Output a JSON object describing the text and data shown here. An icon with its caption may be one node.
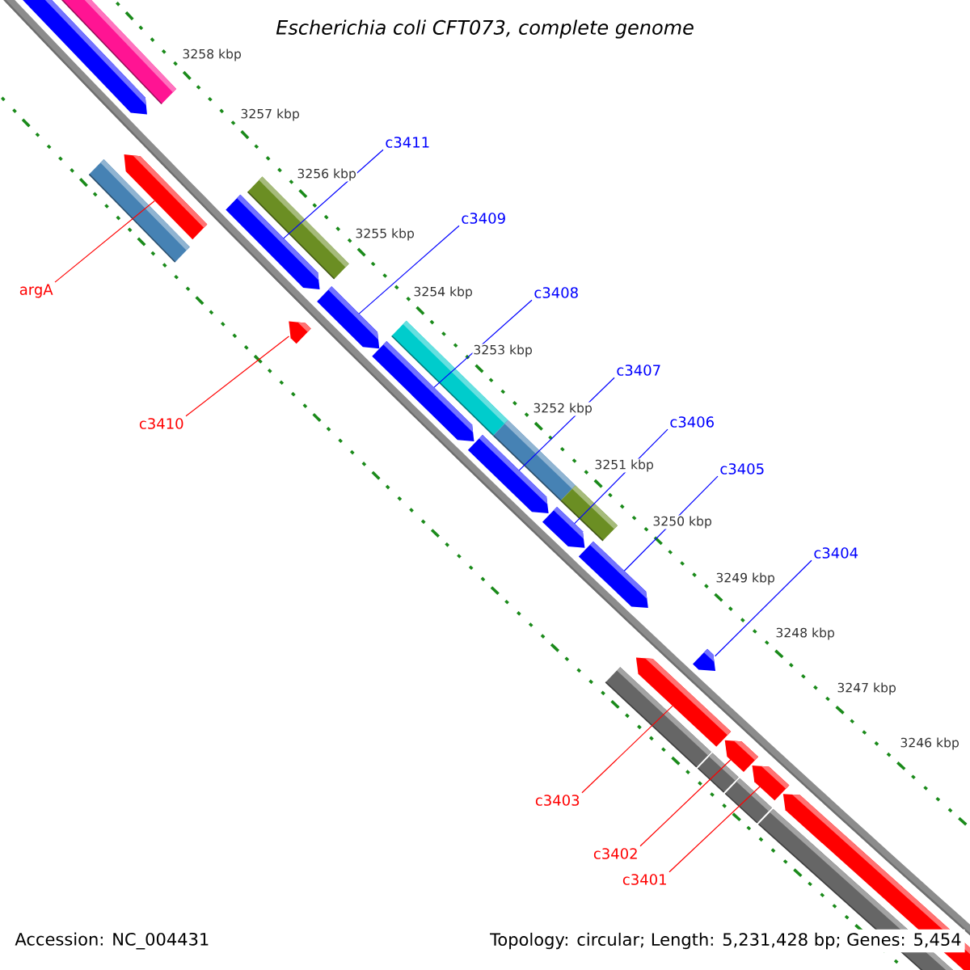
{
  "diagram": {
    "title": "Escherichia coli CFT073, complete genome",
    "nodes": [
      {
        "text": [],
        "shape": "pentagon"
      },
      {
        "text": [
          "c3411"
        ]
      },
      {
        "text": [],
        "shape": "pentagon"
      },
      {
        "text": [
          "argA"
        ]
      },
      {
        "text": [],
        "shape": "pentagon"
      },
      {
        "text": [
          "c3409"
        ]
      },
      {
        "text": [],
        "shape": "pentagon"
      },
      {
        "text": [
          "c3410"
        ]
      },
      {
        "text": [],
        "shape": "pentagon"
      },
      {
        "text": [
          "c3408"
        ]
      },
      {
        "text": [],
        "shape": "pentagon"
      },
      {
        "text": [
          "c3407"
        ]
      },
      {
        "text": [],
        "shape": "pentagon"
      },
      {
        "text": [
          "c3406"
        ]
      },
      {
        "text": [],
        "shape": "pentagon"
      },
      {
        "text": [
          "c3405"
        ]
      },
      {
        "text": [],
        "shape": "pentagon"
      },
      {
        "text": [
          "c3404"
        ]
      },
      {
        "text": [],
        "shape": "pentagon"
      },
      {
        "text": [
          "c3403"
        ]
      },
      {
        "text": [],
        "shape": "pentagon"
      },
      {
        "text": [
          "c3402"
        ]
      },
      {
        "text": [],
        "shape": "pentagon"
      },
      {
        "text": [
          "c3401"
        ]
      },
      {
        "text": [],
        "shape": "pentagon"
      },
      {
        "text": [],
        "shape": "pentagon"
      }
    ],
    "edges": [
      {
        "from": 1,
        "to": 2,
        "arrow": "none"
      },
      {
        "from": 3,
        "to": 4,
        "arrow": "none",
        "color": "#ff0000"
      },
      {
        "from": 5,
        "to": 6,
        "arrow": "none"
      },
      {
        "from": 7,
        "to": 8,
        "arrow": "none",
        "color": "#ff0000"
      },
      {
        "from": 9,
        "to": 10,
        "arrow": "none"
      },
      {
        "from": 11,
        "to": 12,
        "arrow": "none"
      },
      {
        "from": 13,
        "to": 14,
        "arrow": "none"
      },
      {
        "from": 15,
        "to": 16,
        "arrow": "none"
      },
      {
        "from": 17,
        "to": 18,
        "arrow": "none"
      },
      {
        "from": 19,
        "to": 20,
        "arrow": "none",
        "color": "#ff0000"
      },
      {
        "from": 21,
        "to": 22,
        "arrow": "none",
        "color": "#ff0000"
      },
      {
        "from": 23,
        "to": 24,
        "arrow": "none",
        "color": "#ff0000"
      }
    ],
    "labels": [
      "3258 kbp",
      "3257 kbp",
      "3256 kbp",
      "3255 kbp",
      "3254 kbp",
      "3253 kbp",
      "3252 kbp",
      "3251 kbp",
      "3250 kbp",
      "3249 kbp",
      "3248 kbp",
      "3247 kbp",
      "3246 kbp",
      "Accession: NC_004431",
      "Topology: circular; Length: 5,231,428 bp; Genes: 5,454"
    ]
  }
}
